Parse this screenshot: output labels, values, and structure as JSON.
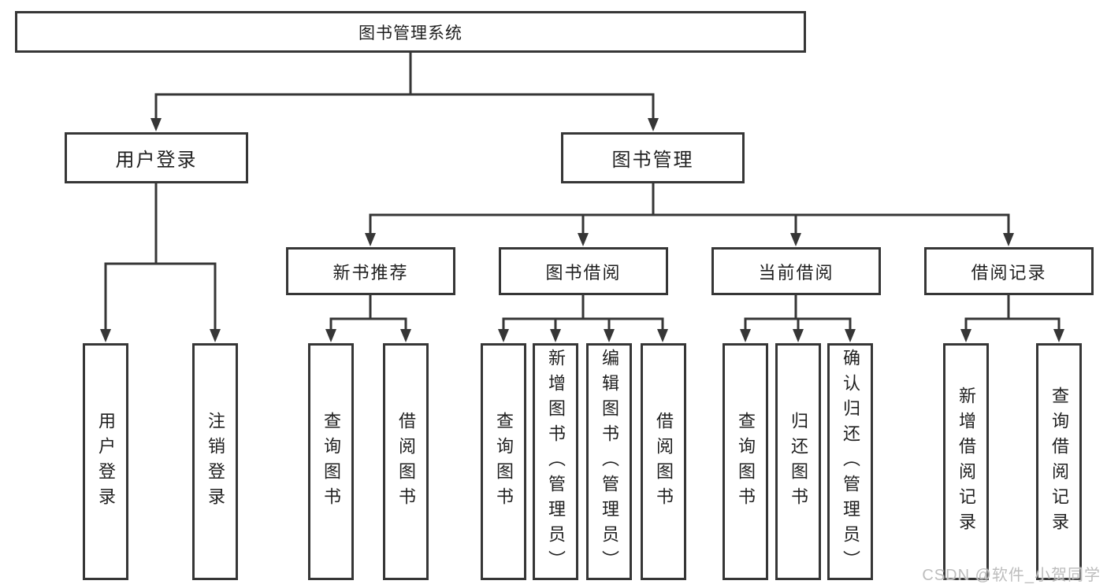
{
  "colors": {
    "line": "#363636",
    "text": "#1f1f1f",
    "watermark": "#bdbdbd",
    "background": "#ffffff"
  },
  "diagram": {
    "type": "hierarchy-tree",
    "root": {
      "label": "图书管理系统"
    },
    "branches": [
      {
        "label": "用户登录",
        "children": [
          {
            "label": "用户登录"
          },
          {
            "label": "注销登录"
          }
        ]
      },
      {
        "label": "图书管理",
        "children": [
          {
            "label": "新书推荐",
            "children": [
              {
                "label": "查询图书"
              },
              {
                "label": "借阅图书"
              }
            ]
          },
          {
            "label": "图书借阅",
            "children": [
              {
                "label": "查询图书"
              },
              {
                "label": "新增图书（管理员）"
              },
              {
                "label": "编辑图书（管理员）"
              },
              {
                "label": "借阅图书"
              }
            ]
          },
          {
            "label": "当前借阅",
            "children": [
              {
                "label": "查询图书"
              },
              {
                "label": "归还图书"
              },
              {
                "label": "确认归还（管理员）"
              }
            ]
          },
          {
            "label": "借阅记录",
            "children": [
              {
                "label": "新增借阅记录"
              },
              {
                "label": "查询借阅记录"
              }
            ]
          }
        ]
      }
    ]
  },
  "watermark": {
    "text": "CSDN @软件_小贺同学"
  }
}
